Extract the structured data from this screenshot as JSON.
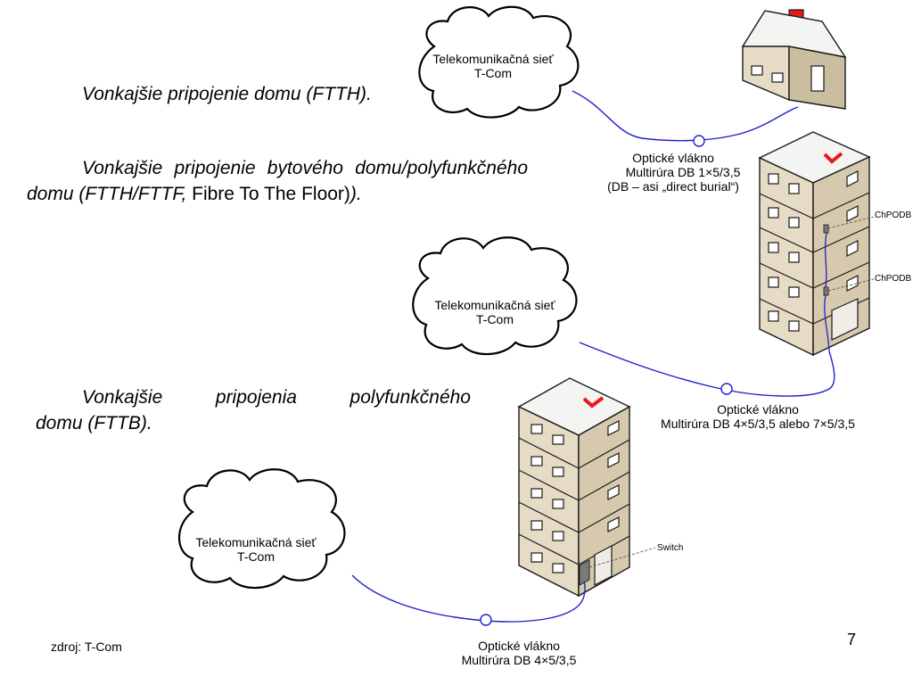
{
  "paragraphs": {
    "ftth": "Vonkajšie pripojenie domu (FTTH).",
    "fttf_italic": "Vonkajšie pripojenie bytového domu/polyfunkčného domu (FTTH/FTTF,",
    "fttf_plain": " Fibre To The Floor)",
    "fttf_end": ").",
    "fttb_line1": "Vonkajšie pripojenia polyfunkčného",
    "fttb_line2": "domu (FTTB)."
  },
  "networks": {
    "top": {
      "line1": "Telekomunikačná sieť",
      "line2": "T-Com"
    },
    "middle": {
      "line1": "Telekomunikačná sieť",
      "line2": "T-Com"
    },
    "bottom": {
      "line1": "Telekomunikačná sieť",
      "line2": "T-Com"
    }
  },
  "cables": {
    "house": {
      "line1": "Optické vlákno",
      "line2": "Multirúra DB 1×5/3,5",
      "line3": "(DB – asi „direct burial“)"
    },
    "apartment": {
      "line1": "Optické vlákno",
      "line2": "Multirúra DB 4×5/3,5 alebo 7×5/3,5"
    },
    "building": {
      "line1": "Optické vlákno",
      "line2": "Multirúra DB 4×5/3,5"
    }
  },
  "callouts": {
    "chpodb_upper": "ChPODB",
    "chpodb_lower": "ChPODB",
    "switch": "Switch"
  },
  "footer": {
    "source": "zdroj: T-Com",
    "page": "7"
  },
  "colors": {
    "fiber": "#1f22c8",
    "wall": "#e6dbc4",
    "wall_dark": "#cbbd9f",
    "roof": "#f4f4f2",
    "roof_mark": "#e8191c",
    "outline": "#1a1a1a"
  }
}
